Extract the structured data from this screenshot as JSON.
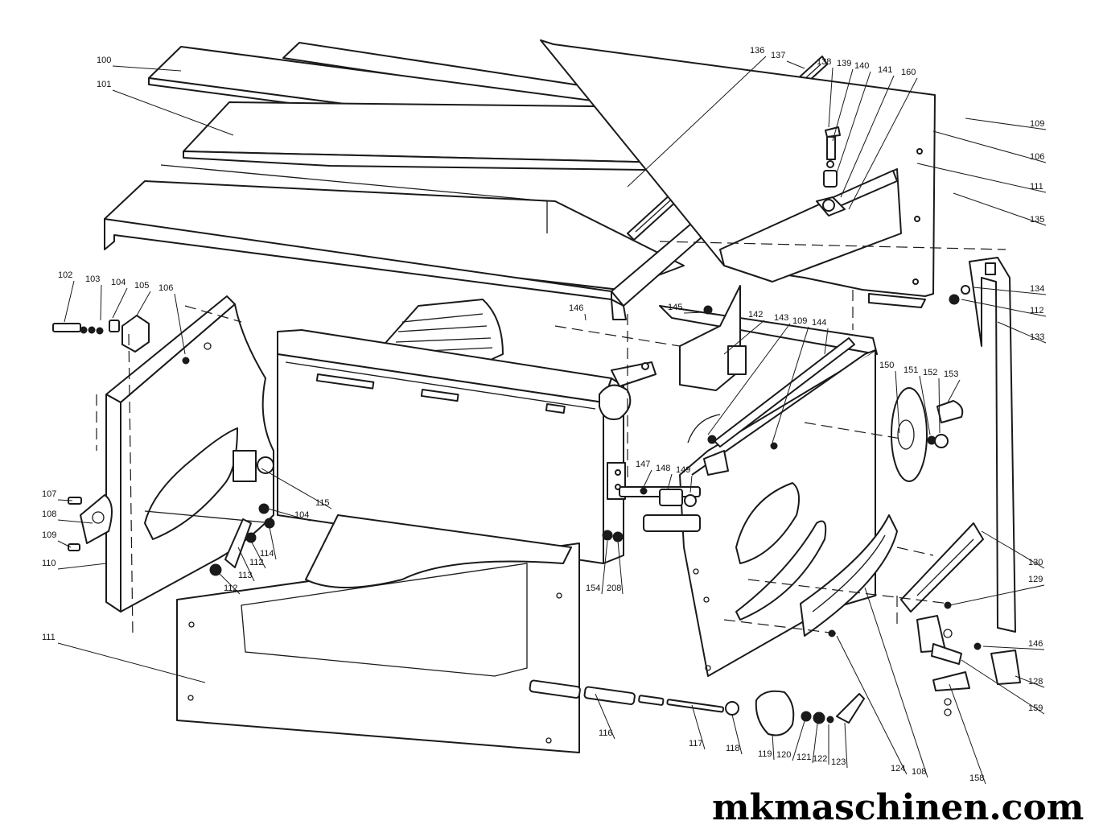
{
  "watermark": "mkmaschinen.com",
  "callouts": [
    {
      "id": "c100",
      "text": "100"
    },
    {
      "id": "c101",
      "text": "101"
    },
    {
      "id": "c136",
      "text": "136"
    },
    {
      "id": "c137",
      "text": "137"
    },
    {
      "id": "c138",
      "text": "138"
    },
    {
      "id": "c139",
      "text": "139"
    },
    {
      "id": "c140",
      "text": "140"
    },
    {
      "id": "c141",
      "text": "141"
    },
    {
      "id": "c160",
      "text": "160"
    },
    {
      "id": "c109a",
      "text": "109"
    },
    {
      "id": "c106a",
      "text": "106"
    },
    {
      "id": "c111a",
      "text": "111"
    },
    {
      "id": "c135",
      "text": "135"
    },
    {
      "id": "c134",
      "text": "134"
    },
    {
      "id": "c112a",
      "text": "112"
    },
    {
      "id": "c133",
      "text": "133"
    },
    {
      "id": "c102",
      "text": "102"
    },
    {
      "id": "c103",
      "text": "103"
    },
    {
      "id": "c104a",
      "text": "104"
    },
    {
      "id": "c105",
      "text": "105"
    },
    {
      "id": "c106b",
      "text": "106"
    },
    {
      "id": "c146a",
      "text": "146"
    },
    {
      "id": "c145",
      "text": "145"
    },
    {
      "id": "c142",
      "text": "142"
    },
    {
      "id": "c143",
      "text": "143"
    },
    {
      "id": "c109b",
      "text": "109"
    },
    {
      "id": "c144",
      "text": "144"
    },
    {
      "id": "c150",
      "text": "150"
    },
    {
      "id": "c151",
      "text": "151"
    },
    {
      "id": "c152",
      "text": "152"
    },
    {
      "id": "c153",
      "text": "153"
    },
    {
      "id": "c107",
      "text": "107"
    },
    {
      "id": "c108a",
      "text": "108"
    },
    {
      "id": "c109c",
      "text": "109"
    },
    {
      "id": "c110",
      "text": "110"
    },
    {
      "id": "c115",
      "text": "115"
    },
    {
      "id": "c104b",
      "text": "104"
    },
    {
      "id": "c114",
      "text": "114"
    },
    {
      "id": "c112b",
      "text": "112"
    },
    {
      "id": "c113",
      "text": "113"
    },
    {
      "id": "c112c",
      "text": "112"
    },
    {
      "id": "c147",
      "text": "147"
    },
    {
      "id": "c148",
      "text": "148"
    },
    {
      "id": "c149",
      "text": "149"
    },
    {
      "id": "c154",
      "text": "154"
    },
    {
      "id": "c208",
      "text": "208"
    },
    {
      "id": "c130",
      "text": "130"
    },
    {
      "id": "c129",
      "text": "129"
    },
    {
      "id": "c146b",
      "text": "146"
    },
    {
      "id": "c128",
      "text": "128"
    },
    {
      "id": "c159",
      "text": "159"
    },
    {
      "id": "c111b",
      "text": "111"
    },
    {
      "id": "c116",
      "text": "116"
    },
    {
      "id": "c117",
      "text": "117"
    },
    {
      "id": "c118",
      "text": "118"
    },
    {
      "id": "c119",
      "text": "119"
    },
    {
      "id": "c120",
      "text": "120"
    },
    {
      "id": "c121",
      "text": "121"
    },
    {
      "id": "c122",
      "text": "122"
    },
    {
      "id": "c123",
      "text": "123"
    },
    {
      "id": "c124",
      "text": "124"
    },
    {
      "id": "c108b",
      "text": "108"
    },
    {
      "id": "c158",
      "text": "158"
    }
  ]
}
